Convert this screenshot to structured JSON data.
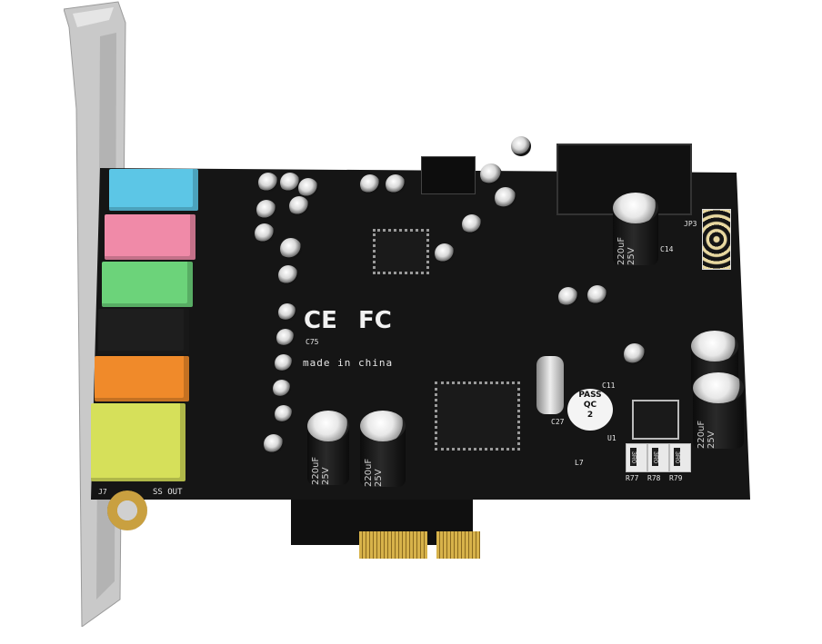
{
  "scene": {
    "subject": "PCIe x1 7.1 channel sound card product photo",
    "background_color": "#ffffff"
  },
  "pcb": {
    "color": "#141414",
    "markings": {
      "ce": "CE",
      "fcc": "FC",
      "made_in": "made in china",
      "ss_out": "SS OUT",
      "j7": "J7",
      "jp3": "JP3",
      "c14": "C14",
      "c11": "C11",
      "c27": "C27",
      "u1": "U1",
      "l7": "L7",
      "c75": "C75"
    },
    "qc_seal": {
      "line1": "PASS",
      "line2": "QC",
      "line3": "2"
    },
    "resistors": [
      {
        "ref": "R77",
        "value": "3R0"
      },
      {
        "ref": "R78",
        "value": "3R0"
      },
      {
        "ref": "R79",
        "value": "3R0"
      }
    ],
    "capacitor_label": "220uF 25V"
  },
  "audio_jacks": [
    {
      "name": "jack-blue",
      "color": "#5cc6e6"
    },
    {
      "name": "jack-pink",
      "color": "#f08aa8"
    },
    {
      "name": "jack-green",
      "color": "#6cd37a"
    },
    {
      "name": "jack-black",
      "color": "#1e1e1e"
    },
    {
      "name": "jack-orange",
      "color": "#f08a2a"
    },
    {
      "name": "jack-yellow",
      "color": "#d6e05a"
    }
  ]
}
